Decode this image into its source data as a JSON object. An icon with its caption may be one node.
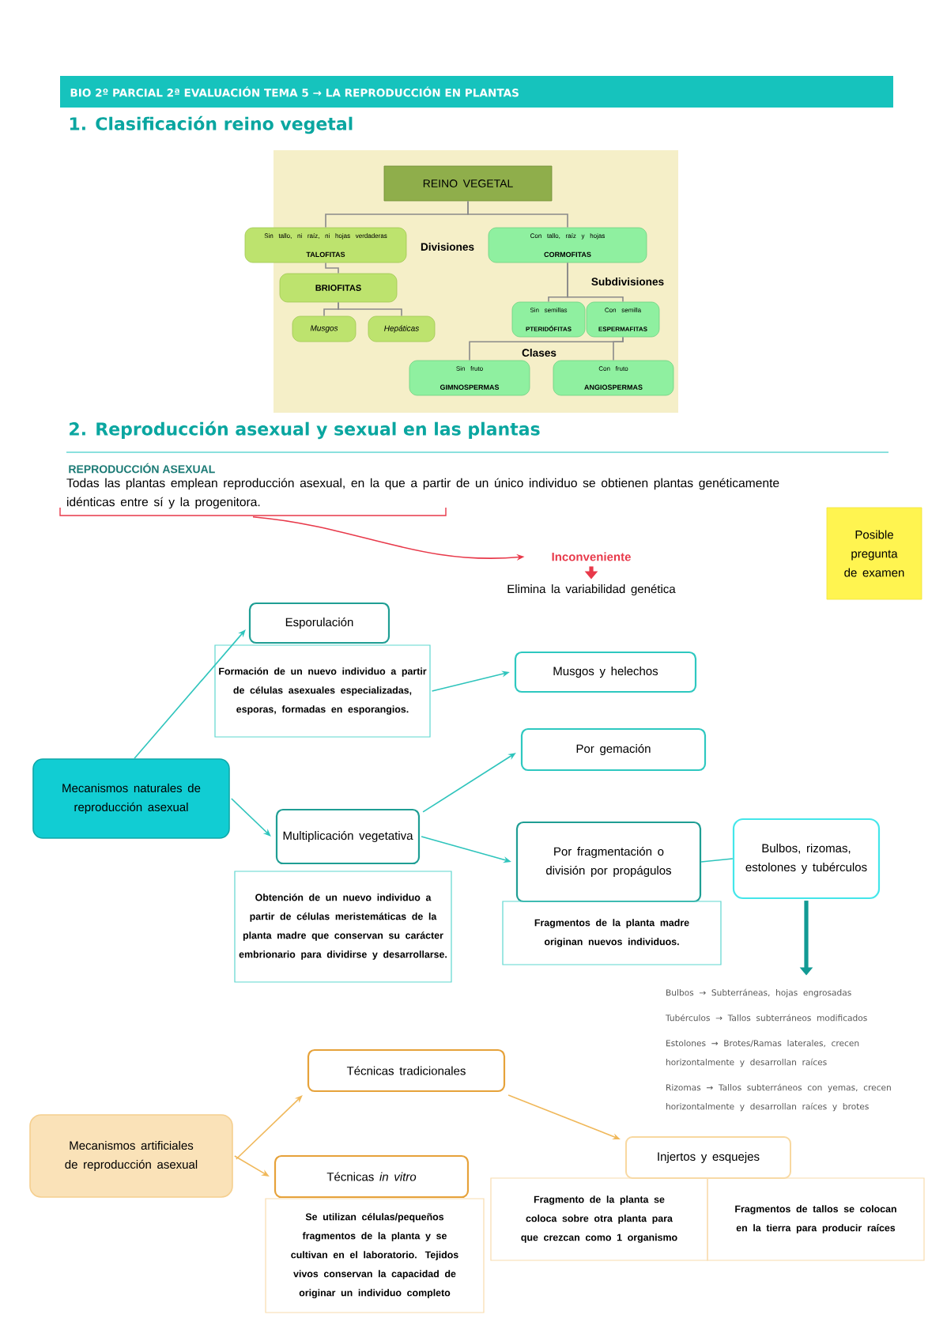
{
  "diagram": {
    "title": "BIO 2º PARCIAL 2ª EVALUACIÓN TEMA 5 → LA REPRODUCCIÓN EN PLANTAS",
    "nodes": [
      {
        "text": [
          "REINO VEGETAL"
        ]
      },
      {
        "text": [
          "Sin tallo, ni raíz, ni hojas verdaderas",
          "TALOFITAS"
        ]
      },
      {
        "text": [
          "Con tallo, raíz y hojas",
          "CORMOFITAS"
        ]
      },
      {
        "text": [
          "BRIOFITAS"
        ]
      },
      {
        "text": [
          "Sin semillas",
          "PTERIDÓFITAS"
        ]
      },
      {
        "text": [
          "Con semilla",
          "ESPERMAFITAS"
        ]
      },
      {
        "text": [
          "Musgos"
        ]
      },
      {
        "text": [
          "Hepáticas"
        ]
      },
      {
        "text": [
          "Sin fruto",
          "GIMNOSPERMAS"
        ]
      },
      {
        "text": [
          "Con fruto",
          "ANGIOSPERMAS"
        ]
      },
      {
        "text": [
          "Todas las plantas emplean reproducción asexual, en la que a partir de un único individuo se obtienen plantas genéticamente idénticas entre sí y la progenitora."
        ]
      },
      {
        "text": [
          "Inconveniente"
        ]
      },
      {
        "text": [
          "Elimina la variabilidad genética"
        ]
      },
      {
        "text": [
          "Posible pregunta de examen"
        ]
      },
      {
        "text": [
          "Mecanismos naturales de reproducción asexual"
        ]
      },
      {
        "text": [
          "Esporulación"
        ]
      },
      {
        "text": [
          "Formación de un nuevo individuo a partir de células asexuales especializadas, esporas, formadas en esporangios."
        ]
      },
      {
        "text": [
          "Musgos y helechos"
        ]
      },
      {
        "text": [
          "Multiplicación vegetativa"
        ]
      },
      {
        "text": [
          "Obtención de un nuevo individuo a partir de células meristemáticas de la planta madre que conservan su carácter embrionario para dividirse y desarrollarse."
        ]
      },
      {
        "text": [
          "Por gemación"
        ]
      },
      {
        "text": [
          "Por fragmentación o división por propágulos"
        ]
      },
      {
        "text": [
          "Fragmentos de la planta madre originan nuevos individuos."
        ]
      },
      {
        "text": [
          "Bulbos, rizomas, estolones y tubérculos"
        ]
      },
      {
        "text": [
          "Bulbos → Subterráneas, hojas engrosadas",
          "Tubérculos → Tallos subterráneos modificados",
          "Estolones → Brotes/Ramas laterales, crecen horizontalmente y desarrollan raíces",
          "Rizomas → Tallos subterráneos con yemas, crecen horizontalmente y desarrollan raíces y brotes"
        ]
      },
      {
        "text": [
          "Mecanismos artificiales de reproducción asexual"
        ]
      },
      {
        "text": [
          "Técnicas tradicionales"
        ]
      },
      {
        "text": [
          "Técnicas *in vitro*"
        ]
      },
      {
        "text": [
          "Se utilizan células/pequeños fragmentos de la planta y se cultivan en el laboratorio. Tejidos vivos conservan la capacidad de originar un individuo completo"
        ]
      },
      {
        "text": [
          "Injertos y esquejes"
        ]
      },
      {
        "text": [
          "Fragmento de la planta se coloca sobre otra planta para que crezcan como 1 organismo"
        ]
      },
      {
        "text": [
          "Fragmentos de tallos se colocan en la tierra para producir raíces"
        ]
      }
    ],
    "edges": [
      {
        "from": 0,
        "to": 1,
        "arrow": "none"
      },
      {
        "from": 0,
        "to": 2,
        "arrow": "none"
      },
      {
        "from": 1,
        "to": 3,
        "arrow": "none"
      },
      {
        "from": 3,
        "to": 6,
        "arrow": "none"
      },
      {
        "from": 3,
        "to": 7,
        "arrow": "none"
      },
      {
        "from": 2,
        "to": 4,
        "arrow": "none"
      },
      {
        "from": 2,
        "to": 5,
        "arrow": "none"
      },
      {
        "from": 5,
        "to": 8,
        "arrow": "none"
      },
      {
        "from": 5,
        "to": 9,
        "arrow": "none"
      },
      {
        "from": 10,
        "to": 11,
        "arrow": "to",
        "color": "#e8394a"
      },
      {
        "from": 11,
        "to": 12,
        "arrow": "to",
        "style": "thick",
        "color": "#e8394a"
      },
      {
        "from": 14,
        "to": 15,
        "arrow": "to",
        "color": "#2ec4bc"
      },
      {
        "from": 14,
        "to": 18,
        "arrow": "to",
        "color": "#2ec4bc"
      },
      {
        "from": 16,
        "to": 17,
        "arrow": "to",
        "color": "#2ec4bc"
      },
      {
        "from": 18,
        "to": 20,
        "arrow": "to",
        "color": "#2ec4bc"
      },
      {
        "from": 18,
        "to": 21,
        "arrow": "to",
        "color": "#2ec4bc"
      },
      {
        "from": 21,
        "to": 23,
        "arrow": "none",
        "color": "#2ec4bc"
      },
      {
        "from": 23,
        "to": 24,
        "arrow": "to",
        "style": "thick",
        "color": "#129a94"
      },
      {
        "from": 25,
        "to": 26,
        "arrow": "to",
        "color": "#f0b85a"
      },
      {
        "from": 25,
        "to": 27,
        "arrow": "to",
        "color": "#f0b85a"
      },
      {
        "from": 26,
        "to": 29,
        "arrow": "to",
        "color": "#f0b85a"
      }
    ],
    "labels": [
      "1. Clasificación reino vegetal",
      "Divisiones",
      "Subdivisiones",
      "Clases",
      "2. Reproducción asexual y sexual en las plantas",
      "REPRODUCCIÓN ASEXUAL"
    ]
  }
}
